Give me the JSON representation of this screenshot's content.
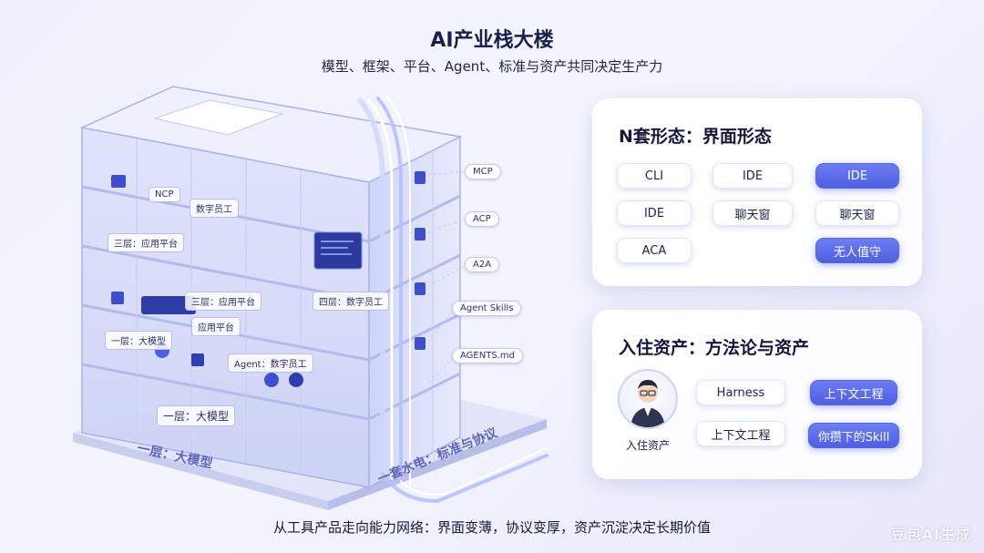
{
  "header": {
    "title": "AI产业栈大楼",
    "subtitle": "模型、框架、平台、Agent、标准与资产共同决定生产力"
  },
  "building": {
    "floor_labels": [
      "数字员工",
      "NCP",
      "三层：应用平台",
      "三层：应用平台",
      "应用平台",
      "四层：数字员工",
      "一层：大模型",
      "Agent：数字员工",
      "一层：大模型"
    ],
    "side_tags": [
      "MCP",
      "ACP",
      "A2A",
      "Agent Skills",
      "AGENTS.md"
    ],
    "base_left": "一层：大模型",
    "base_right": "一套水电：标准与协议"
  },
  "panel_forms": {
    "title": "N套形态：界面形态",
    "chips": [
      {
        "label": "CLI",
        "active": false
      },
      {
        "label": "IDE",
        "active": false
      },
      {
        "label": "IDE",
        "active": true
      },
      {
        "label": "IDE",
        "active": false
      },
      {
        "label": "聊天窗",
        "active": false
      },
      {
        "label": "聊天窗",
        "active": false
      },
      {
        "label": "ACA",
        "active": false
      },
      {
        "label": "无人值守",
        "active": true
      }
    ]
  },
  "panel_assets": {
    "title": "入住资产：方法论与资产",
    "avatar_label": "入住资产",
    "chips": [
      {
        "label": "Harness",
        "active": false
      },
      {
        "label": "上下文工程",
        "active": true
      },
      {
        "label": "上下文工程",
        "active": false
      },
      {
        "label": "你攒下的Skill",
        "active": true
      }
    ]
  },
  "footer": {
    "text": "从工具产品走向能力网络：界面变薄，协议变厚，资产沉淀决定长期价值"
  },
  "watermark": "豆包AI生成",
  "colors": {
    "accent": "#5565e3",
    "panel_bg": "#ffffff",
    "page_bg": "#eef0fb"
  }
}
